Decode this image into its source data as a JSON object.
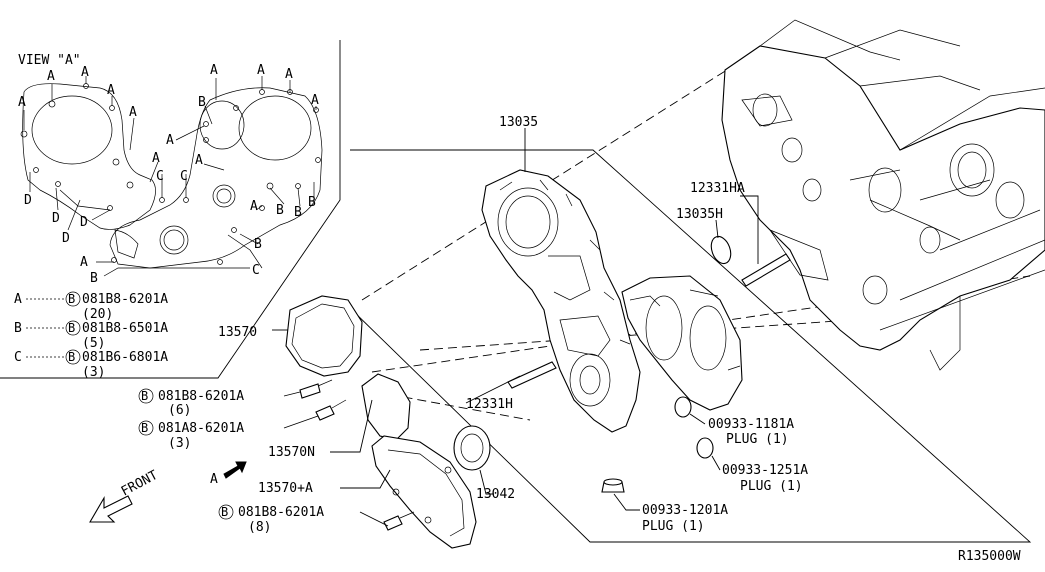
{
  "view_box": {
    "title": "VIEW \"A\"",
    "marker_a": "A",
    "marker_b": "B",
    "marker_c": "C",
    "marker_d": "D",
    "legend": [
      {
        "key": "A",
        "part": "081B8-6201A",
        "qty": "(20)"
      },
      {
        "key": "B",
        "part": "081B8-6501A",
        "qty": "(5)"
      },
      {
        "key": "C",
        "part": "081B6-6801A",
        "qty": "(3)"
      }
    ],
    "circle_letter": "B"
  },
  "callouts": {
    "p13035": "13035",
    "p12331HA": "12331HA",
    "p13035H": "13035H",
    "p13570": "13570",
    "p12331H": "12331H",
    "p13570N": "13570N",
    "p13570A": "13570+A",
    "p13042": "13042",
    "bolt1_part": "081B8-6201A",
    "bolt1_qty": "(6)",
    "bolt2_part": "081A8-6201A",
    "bolt2_qty": "(3)",
    "bolt3_part": "081B8-6201A",
    "bolt3_qty": "(8)",
    "plug1_part": "00933-1181A",
    "plug1_name": "PLUG (1)",
    "plug2_part": "00933-1251A",
    "plug2_name": "PLUG (1)",
    "plug3_part": "00933-1201A",
    "plug3_name": "PLUG (1)",
    "arrow_a": "A",
    "front": "FRONT",
    "diagram_code": "R135000W"
  },
  "colors": {
    "ink": "#000000",
    "paper": "#ffffff"
  }
}
